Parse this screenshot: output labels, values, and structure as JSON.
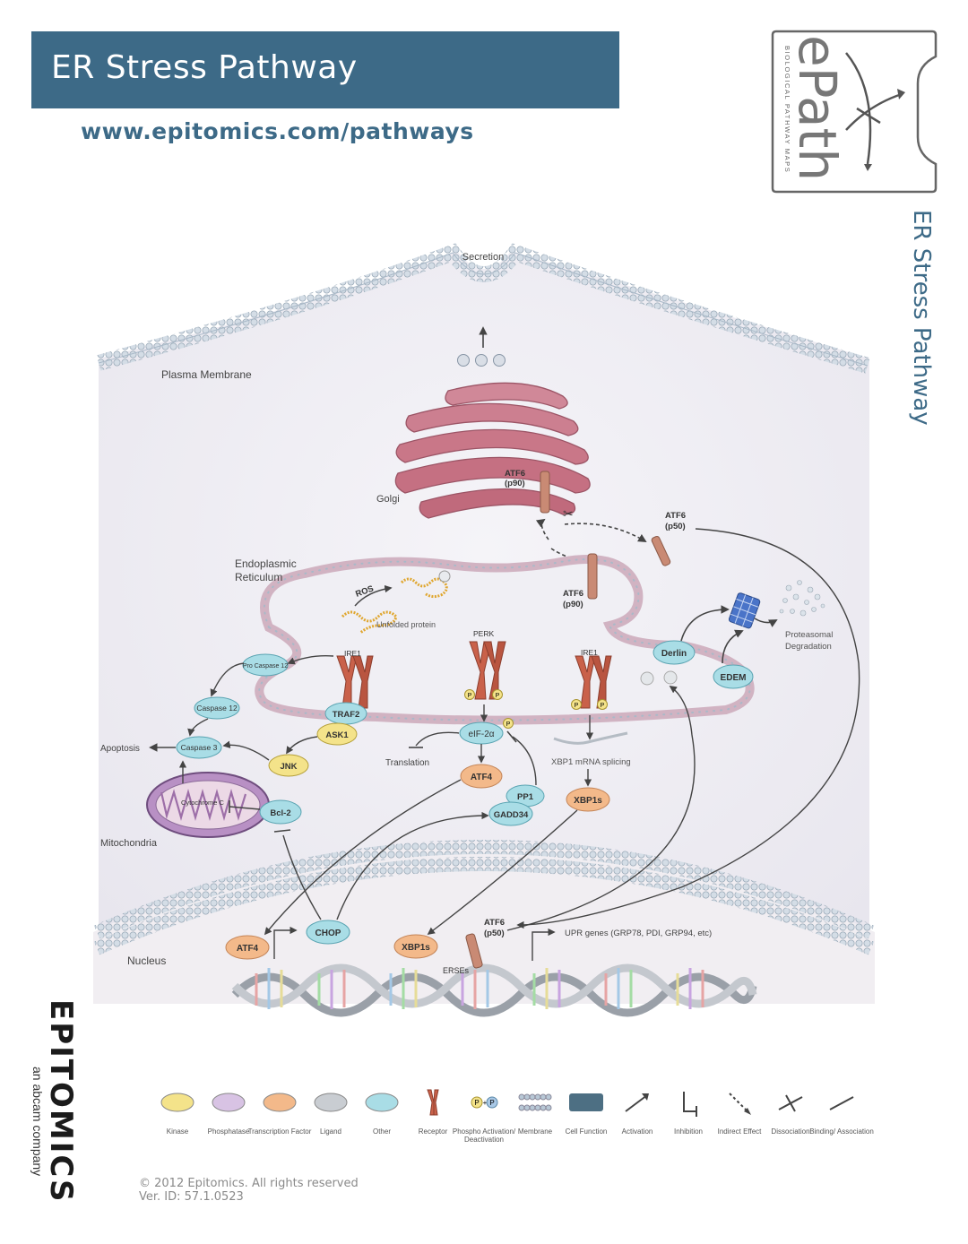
{
  "header": {
    "title": "ER Stress Pathway",
    "url": "www.epitomics.com/pathways",
    "side_title": "ER Stress Pathway"
  },
  "logo": {
    "mark": "ePath",
    "tagline": "BIOLOGICAL PATHWAY MAPS"
  },
  "compartments": {
    "secretion": "Secretion",
    "plasma_membrane": "Plasma Membrane",
    "golgi": "Golgi",
    "er": [
      "Endoplasmic",
      "Reticulum"
    ],
    "mitochondria": "Mitochondria",
    "nucleus": "Nucleus",
    "proteasomal": [
      "Proteasomal",
      "Degradation"
    ]
  },
  "nodes": {
    "atf6_p90_golgi": [
      "ATF6",
      "(p90)"
    ],
    "atf6_p50_top": [
      "ATF6",
      "(p50)"
    ],
    "atf6_p90_er": [
      "ATF6",
      "(p90)"
    ],
    "ros": "ROS",
    "unfolded_protein": "Unfolded protein",
    "perk": "PERK",
    "ire1_left": "IRE1",
    "ire1_right": "IRE1",
    "derlin": "Derlin",
    "edem": "EDEM",
    "pro_caspase12": "Pro Caspase 12",
    "caspase12": "Caspase 12",
    "caspase3": "Caspase 3",
    "apoptosis": "Apoptosis",
    "traf2": "TRAF2",
    "ask1": "ASK1",
    "jnk": "JNK",
    "cytochrome_c": "Cytochrome C",
    "bcl2": "Bcl-2",
    "eif2a": "eIF-2α",
    "translation": "Translation",
    "atf4_cyto": "ATF4",
    "pp1": "PP1",
    "gadd34": "GADD34",
    "xbp1_splicing": "XBP1 mRNA splicing",
    "xbp1s_cyto": "XBP1s",
    "atf4_nuc": "ATF4",
    "chop": "CHOP",
    "xbp1s_nuc": "XBP1s",
    "atf6_p50_nuc": [
      "ATF6",
      "(p50)"
    ],
    "upr_genes": "UPR genes (GRP78, PDI, GRP94, etc)",
    "erses": "ERSEs",
    "phospho": "P"
  },
  "legend": [
    {
      "label": "Kinase",
      "fill": "#f4e38a",
      "kind": "ellipse"
    },
    {
      "label": "Phosphatase",
      "fill": "#d8c3e4",
      "kind": "ellipse"
    },
    {
      "label": "Transcription Factor",
      "fill": "#f3b98a",
      "kind": "ellipse"
    },
    {
      "label": "Ligand",
      "fill": "#c9cdd2",
      "kind": "ellipse"
    },
    {
      "label": "Other",
      "fill": "#a9dde6",
      "kind": "ellipse"
    },
    {
      "label": "Receptor",
      "fill": "#c9614a",
      "kind": "receptor"
    },
    {
      "label": "Phospho Activation/ Deactivation",
      "fill": "#f4e38a",
      "kind": "phospho"
    },
    {
      "label": "Membrane",
      "fill": "#b8c8d6",
      "kind": "membrane"
    },
    {
      "label": "Cell Function",
      "fill": "#4d6f83",
      "kind": "cellfunc"
    },
    {
      "label": "Activation",
      "fill": "#444444",
      "kind": "activation"
    },
    {
      "label": "Inhibition",
      "fill": "#444444",
      "kind": "inhibition"
    },
    {
      "label": "Indirect Effect",
      "fill": "#444444",
      "kind": "indirect"
    },
    {
      "label": "Dissociation",
      "fill": "#444444",
      "kind": "dissociation"
    },
    {
      "label": "Binding/ Association",
      "fill": "#444444",
      "kind": "binding"
    }
  ],
  "footer": {
    "copyright": "© 2012 Epitomics. All rights reserved",
    "version": "Ver. ID: 57.1.0523"
  },
  "brand": {
    "name": "EPITOMICS",
    "sub": "an abcam company"
  },
  "colors": {
    "banner": "#3d6a87",
    "kinase": "#f4e38a",
    "other": "#a9dde6",
    "transcription_factor": "#f3b98a",
    "receptor": "#c9614a",
    "golgi": "#c97c8a",
    "membrane": "#b8c8d6"
  }
}
